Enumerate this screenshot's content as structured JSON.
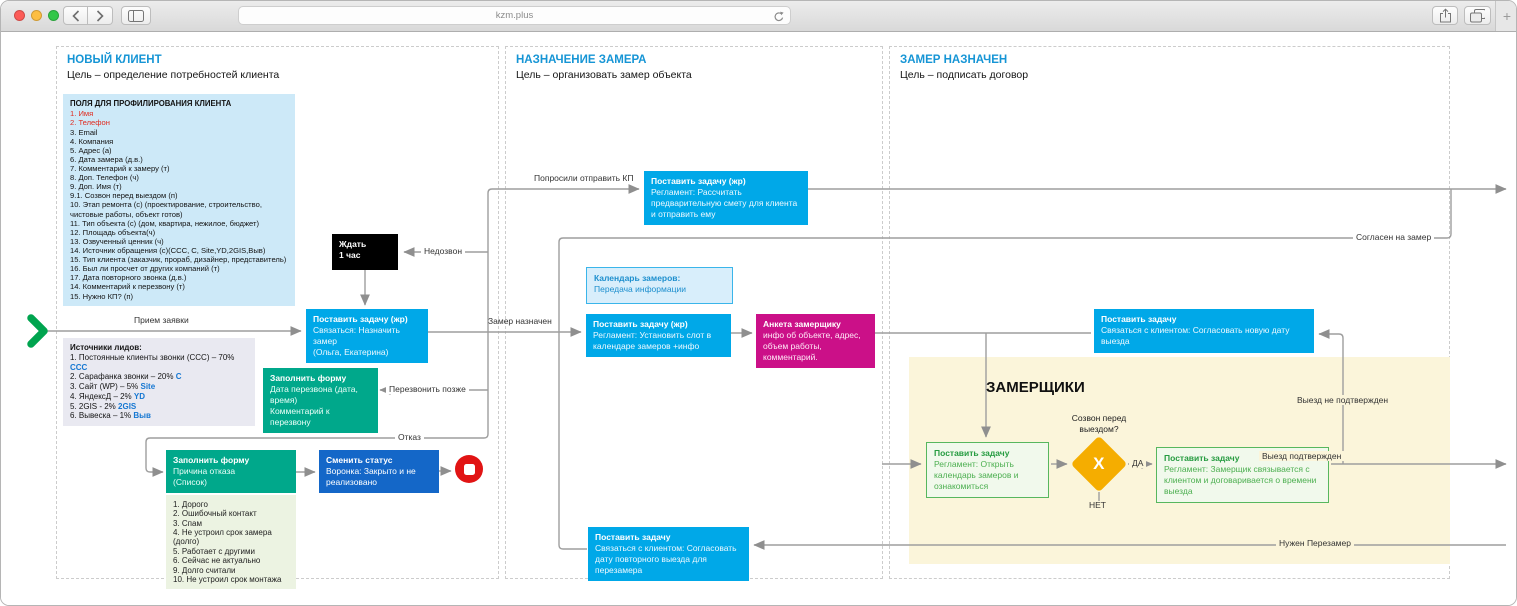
{
  "browser": {
    "url": "kzm.plus"
  },
  "stages": [
    {
      "title": "НОВЫЙ КЛИЕНТ",
      "subtitle": "Цель – определение потребностей клиента"
    },
    {
      "title": "НАЗНАЧЕНИЕ ЗАМЕРА",
      "subtitle": "Цель – организовать замер объекта"
    },
    {
      "title": "ЗАМЕР НАЗНАЧЕН",
      "subtitle": "Цель – подписать договор"
    }
  ],
  "fields_box": {
    "title": "ПОЛЯ ДЛЯ ПРОФИЛИРОВАНИЯ КЛИЕНТА",
    "items": [
      "1. Имя",
      "2. Телефон",
      "3. Email",
      "4. Компания",
      "5. Адрес (а)",
      "6. Дата замера (д.в.)",
      "7. Комментарий к замеру (т)",
      "8. Доп. Телефон (ч)",
      "9. Доп. Имя (т)",
      "9.1. Созвон перед выездом (п)",
      "10. Этап ремонта (с) (проектирование, строительство, чистовые работы, объект готов)",
      "11. Тип объекта (с) (дом, квартира, нежилое, бюджет)",
      "12. Площадь объекта(ч)",
      "13. Озвученный ценник (ч)",
      "14. Источник обращения (с)(ССС, С, Site,YD,2GIS,Выв)",
      "15. Тип клиента (заказчик, прораб, дизайнер, представитель)",
      "16. Был ли просчет от других компаний (т)",
      "17. Дата повторного звонка (д.в.)",
      "14. Комментарий к перезвону (т)",
      "15. Нужно КП? (п)"
    ]
  },
  "sources_box": {
    "title": "Источники лидов:",
    "items": [
      {
        "text": "1. Постоянные клиенты звонки (ССС) – 70%",
        "code": "ССС"
      },
      {
        "text": "2. Сарафанка звонки  – 20%",
        "code": "С"
      },
      {
        "text": "3. Сайт (WP)  – 5%",
        "code": "Site"
      },
      {
        "text": "4. ЯндексД – 2%",
        "code": "YD"
      },
      {
        "text": "5. 2GIS - 2%",
        "code": "2GIS"
      },
      {
        "text": "6. Вывеска – 1%",
        "code": "Выв"
      }
    ]
  },
  "refusal_list": {
    "items": [
      "1. Дорого",
      "2. Ошибочный контакт",
      "3. Спам",
      "4. Не устроил срок замера (долго)",
      "5. Работает с другими",
      "6. Сейчас не актуально",
      "9. Долго считали",
      "10. Не устроил срок монтажа"
    ]
  },
  "nodes": {
    "wait": {
      "title": "Ждать",
      "body": "1 час"
    },
    "task_schedule": {
      "title": "Поставить задачу (жр)",
      "body": "Связаться: Назначить замер\n(Ольга, Екатерина)"
    },
    "callback_form": {
      "title": "Заполнить форму",
      "body": "Дата перезвона (дата, время)\nКомментарий к перезвону"
    },
    "refusal_form": {
      "title": "Заполнить форму",
      "body": "Причина отказа\n(Список)"
    },
    "change_status": {
      "title": "Сменить статус",
      "body": "Воронка: Закрыто и не реализовано"
    },
    "kp_task": {
      "title": "Поставить задачу (жр)",
      "body": "Регламент: Рассчитать предварительную смету для клиента и отправить ему"
    },
    "calendar": {
      "title": "Календарь замеров:",
      "body": "Передача информации"
    },
    "slot_task": {
      "title": "Поставить задачу (жр)",
      "body": "Регламент: Установить слот в календаре замеров +инфо"
    },
    "anketa": {
      "title": "Анкета замерщику",
      "body": "инфо об объекте, адрес, объем работы, комментарий."
    },
    "rebook_task": {
      "title": "Поставить задачу",
      "body": "Связаться с клиентом: Согласовать дату повторного выезда для перезамера"
    },
    "newdate_task": {
      "title": "Поставить задачу",
      "body": "Связаться с клиентом: Согласовать новую дату выезда"
    },
    "open_calendar": {
      "title": "Поставить задачу",
      "body": "Регламент: Открыть календарь замеров и ознакомиться"
    },
    "contact_client": {
      "title": "Поставить задачу",
      "body": "Регламент: Замерщик связывается с клиентом и договаривается о времени выезда"
    }
  },
  "decision": {
    "question": "Созвон перед выездом?",
    "label": "X",
    "yes": "ДА",
    "no": "НЕТ"
  },
  "zone": {
    "label": "ЗАМЕРЩИКИ"
  },
  "edge_labels": {
    "intake": "Прием заявки",
    "no_answer": "Недозвон",
    "callback": "Перезвонить позже",
    "refusal": "Отказ",
    "scheduled": "Замер назначен",
    "kp": "Попросили отправить КП",
    "agreed": "Согласен на замер",
    "not_confirmed": "Выезд не  подтвержден",
    "confirmed": "Выезд подтвержден",
    "remeasure": "Нужен Перезамер"
  },
  "colors": {
    "stage_title_blue": "#1695d5",
    "task_cyan": "#00a8e8",
    "status_blue": "#1467c8",
    "form_teal": "#00a88b",
    "anketa_magenta": "#cb1088",
    "zone_yellow": "#fbf5da",
    "decision_amber": "#f5ad00",
    "ok_green_border": "#57b75e",
    "stop_red": "#e11414",
    "start_green": "#00a44f",
    "required_field_red": "#e02b20",
    "source_code_blue": "#1577d2"
  }
}
